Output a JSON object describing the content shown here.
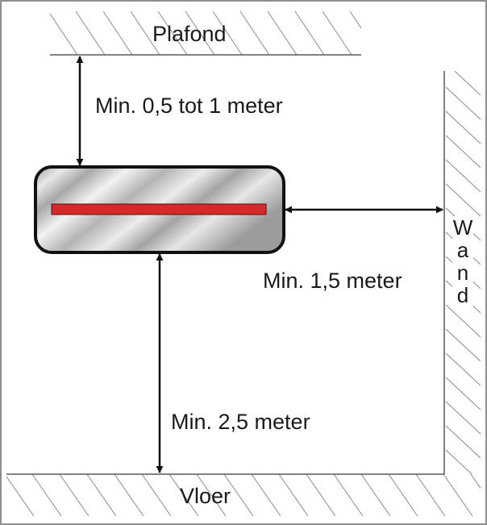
{
  "labels": {
    "ceiling": "Plafond",
    "floor": "Vloer",
    "wall_letters": [
      "W",
      "a",
      "n",
      "d"
    ]
  },
  "dimensions": {
    "ceiling_clearance": "Min. 0,5 tot 1 meter",
    "wall_clearance": "Min. 1,5 meter",
    "floor_clearance": "Min. 2,5 meter"
  },
  "colors": {
    "heating_element": "#d42a2a",
    "housing_border": "#111111",
    "line": "#111111"
  }
}
